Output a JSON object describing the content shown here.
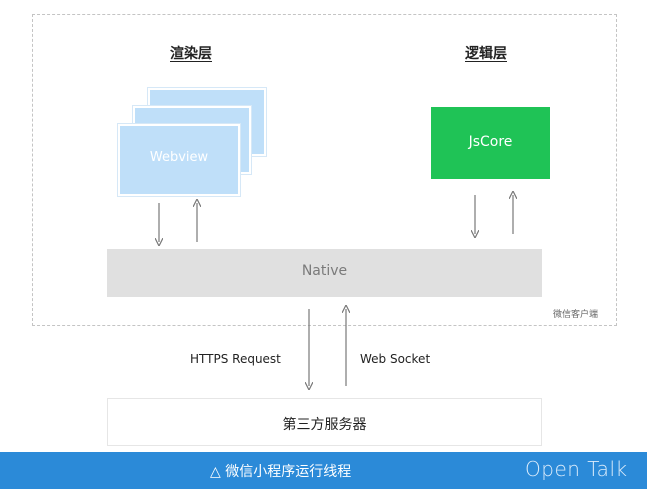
{
  "render_layer": {
    "title": "渲染层",
    "webview_label": "Webview"
  },
  "logic_layer": {
    "title": "逻辑层",
    "jscore_label": "JsCore"
  },
  "native": {
    "label": "Native"
  },
  "client": {
    "label": "微信客户端"
  },
  "protocols": {
    "request_label": "HTTPS Request",
    "socket_label": "Web Socket"
  },
  "server": {
    "label": "第三方服务器"
  },
  "footer": {
    "caption": "△ 微信小程序运行线程",
    "brand": "Open Talk"
  },
  "colors": {
    "webview_fill": "#bfdff9",
    "jscore_fill": "#1fc356",
    "native_fill": "#e0e0e0",
    "footer_fill": "#2b8ad8"
  }
}
